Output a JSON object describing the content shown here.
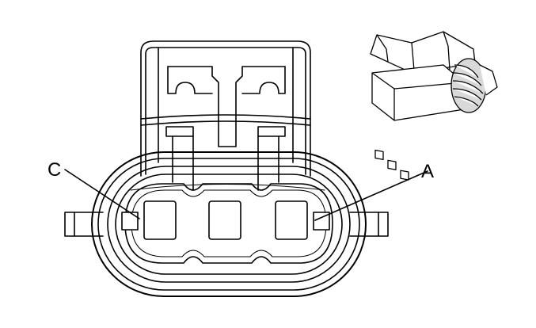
{
  "diagram": {
    "labels": {
      "cavity_c": "C",
      "cavity_a": "A"
    },
    "cavity_count": 3,
    "colors": {
      "line": "#000000",
      "background": "#ffffff",
      "shade": "#d9d9d9"
    }
  }
}
